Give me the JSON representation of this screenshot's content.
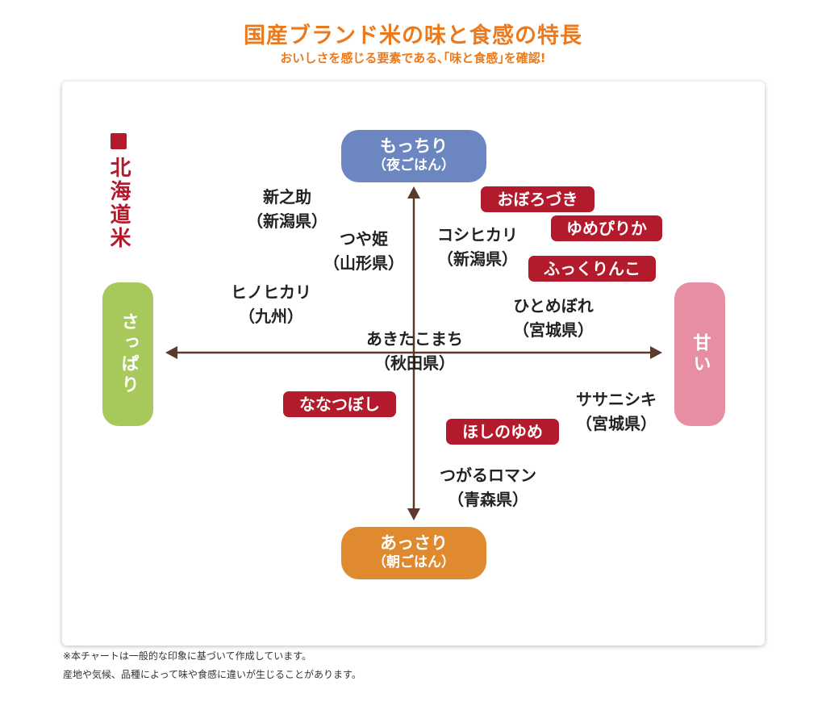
{
  "header": {
    "title": "国産ブランド米の味と食感の特長",
    "subtitle": "おいしさを感じる要素である､｢味と食感｣を確認!"
  },
  "legend": {
    "label": "北海道米",
    "color": "#b31a2b"
  },
  "axes": {
    "top": {
      "label": "もっちり",
      "sub": "（夜ごはん）",
      "color": "#6c86c2"
    },
    "bottom": {
      "label": "あっさり",
      "sub": "（朝ごはん）",
      "color": "#e08a30"
    },
    "left": {
      "label": "さっぱり",
      "color": "#a7c95c"
    },
    "right": {
      "label": "甘い",
      "color": "#e88ea2"
    }
  },
  "varieties": {
    "shinnosuke": {
      "name": "新之助",
      "region": "（新潟県）"
    },
    "tsuyahime": {
      "name": "つや姫",
      "region": "（山形県）"
    },
    "hinohikari": {
      "name": "ヒノヒカリ",
      "region": "（九州）"
    },
    "koshihikari": {
      "name": "コシヒカリ",
      "region": "（新潟県）"
    },
    "hitomebore": {
      "name": "ひとめぼれ",
      "region": "（宮城県）"
    },
    "akitakomachi": {
      "name": "あきたこまち",
      "region": "（秋田県）"
    },
    "sasanishiki": {
      "name": "ササニシキ",
      "region": "（宮城県）"
    },
    "tsugaru": {
      "name": "つがるロマン",
      "region": "（青森県）"
    }
  },
  "hokkaido": {
    "oborozuki": "おぼろづき",
    "yumepirika": "ゆめぴりか",
    "fukkurinko": "ふっくりんこ",
    "nanatsuboshi": "ななつぼし",
    "hoshinoyume": "ほしのゆめ"
  },
  "notes": {
    "line1": "※本チャートは一般的な印象に基づいて作成しています。",
    "line2": "産地や気候、品種によって味や食感に違いが生じることがあります。"
  }
}
